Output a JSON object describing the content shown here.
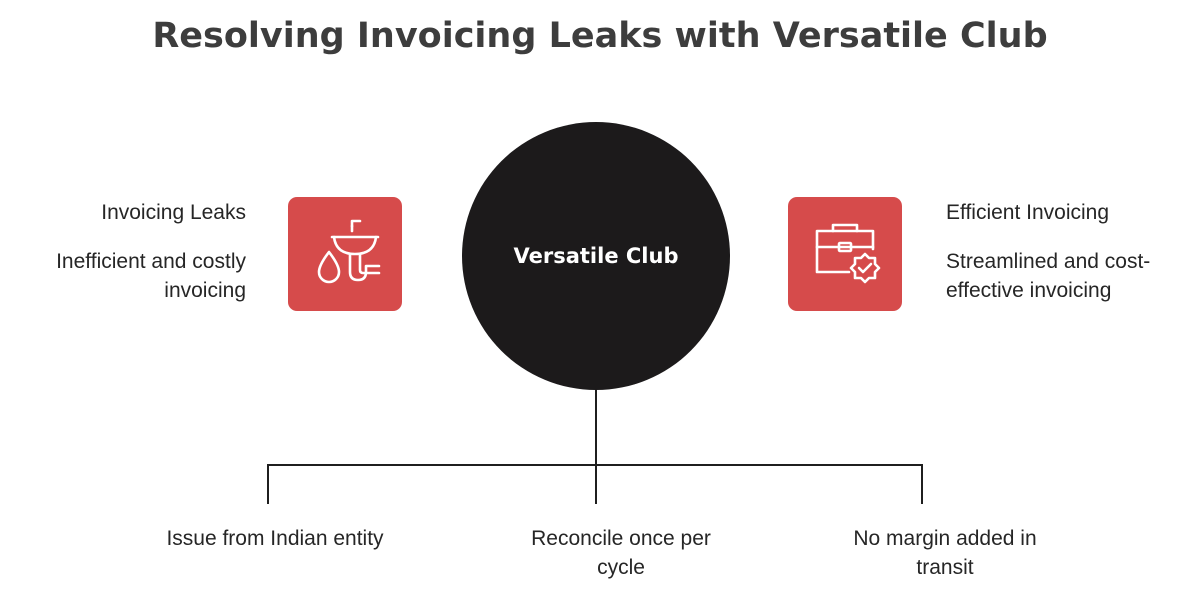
{
  "title": "Resolving Invoicing Leaks with Versatile Club",
  "hub": {
    "label": "Versatile Club",
    "color": "#1c1a1b"
  },
  "accent_color": "#d64b4b",
  "line_color": "#1f1f1f",
  "left": {
    "icon": "leaking-sink-pipe-icon",
    "title": "Invoicing Leaks",
    "description": "Inefficient and costly invoicing"
  },
  "right": {
    "icon": "briefcase-check-badge-icon",
    "title": "Efficient Invoicing",
    "description": "Streamlined and cost-effective invoicing"
  },
  "branches": [
    {
      "label": "Issue from Indian entity"
    },
    {
      "label": "Reconcile once per cycle"
    },
    {
      "label": "No margin added in transit"
    }
  ]
}
